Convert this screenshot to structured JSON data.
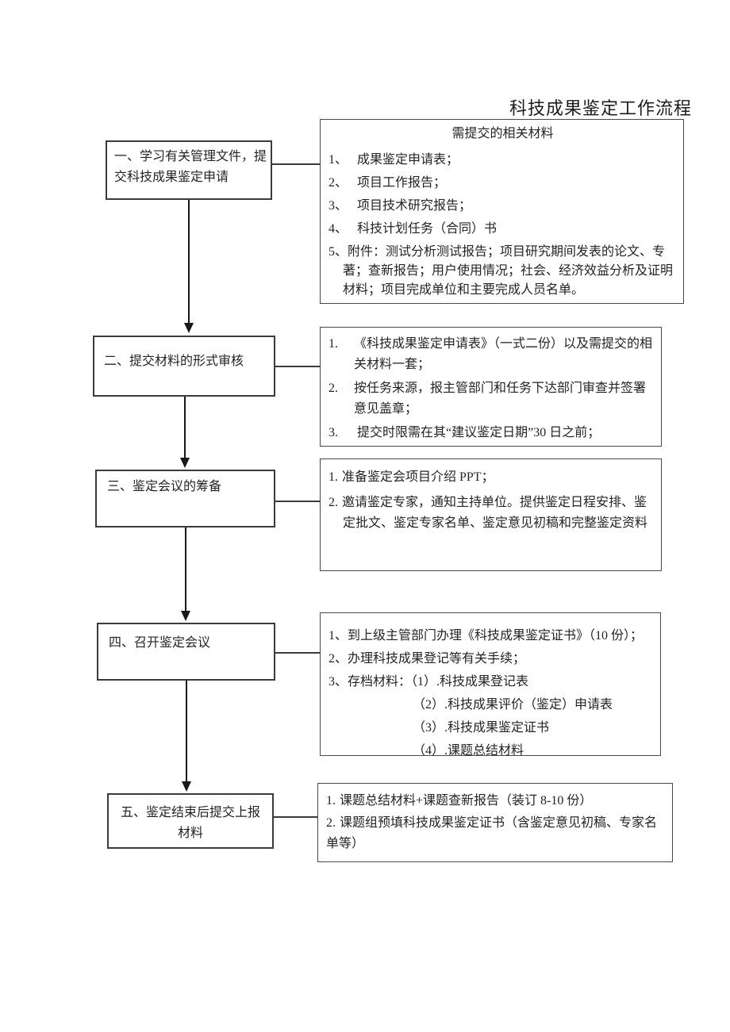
{
  "title": "科技成果鉴定工作流程",
  "steps": [
    {
      "label": "一、学习有关管理文件，提交科技成果鉴定申请"
    },
    {
      "label": "二、提交材料的形式审核"
    },
    {
      "label": "三、鉴定会议的筹备"
    },
    {
      "label": "四、召开鉴定会议"
    },
    {
      "label": "五、鉴定结束后提交上报材料"
    }
  ],
  "details": [
    {
      "header": "需提交的相关材料",
      "items": [
        {
          "num": "1、",
          "text": "成果鉴定申请表；"
        },
        {
          "num": "2、",
          "text": "项目工作报告；"
        },
        {
          "num": "3、",
          "text": "项目技术研究报告；"
        },
        {
          "num": "4、",
          "text": "科技计划任务（合同）书"
        },
        {
          "num": "5、",
          "text": "附件：测试分析测试报告；项目研究期间发表的论文、专著；查新报告；用户使用情况；社会、经济效益分析及证明材料；项目完成单位和主要完成人员名单。"
        }
      ]
    },
    {
      "items": [
        {
          "num": "1.",
          "text": "《科技成果鉴定申请表》（一式二份）以及需提交的相关材料一套；"
        },
        {
          "num": "2.",
          "text": "按任务来源，报主管部门和任务下达部门审查并签署意见盖章；"
        },
        {
          "num": "3.",
          "text": " 提交时限需在其“建议鉴定日期”30 日之前；"
        }
      ]
    },
    {
      "items": [
        {
          "num": "1.",
          "text": "准备鉴定会项目介绍 PPT；"
        },
        {
          "num": "2.",
          "text": "邀请鉴定专家，通知主持单位。提供鉴定日程安排、鉴定批文、鉴定专家名单、鉴定意见初稿和完整鉴定资料"
        }
      ]
    },
    {
      "items": [
        {
          "num": "1、",
          "text": "到上级主管部门办理《科技成果鉴定证书》（10 份）；"
        },
        {
          "num": "2、",
          "text": "办理科技成果登记等有关手续；"
        },
        {
          "num": "3、",
          "text": "存档材料：（1）.科技成果登记表"
        }
      ],
      "subitems": [
        "（2）.科技成果评价（鉴定）申请表",
        "（3）.科技成果鉴定证书",
        "（4）.课题总结材料"
      ]
    },
    {
      "items": [
        {
          "num": "1.",
          "text": "课题总结材料+课题查新报告（装订 8-10 份）"
        },
        {
          "num": "2.",
          "text": "课题组预填科技成果鉴定证书（含鉴定意见初稿、专家名单等）"
        }
      ]
    }
  ],
  "colors": {
    "background": "#ffffff",
    "border": "#3c3c3c",
    "line": "#191919",
    "text": "#242424"
  }
}
